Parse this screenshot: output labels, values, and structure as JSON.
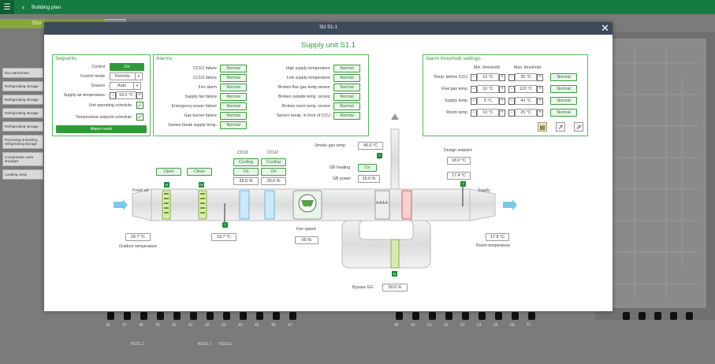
{
  "topbar": {
    "title": "Building plan",
    "menu_icon": "☰",
    "back_icon": "‹"
  },
  "background": {
    "tab": "Stor",
    "list": [
      "Dry warehouse",
      "Refrigerating storage",
      "Refrigerating storage",
      "Refrigerating storage",
      "Refrigerating storage",
      "Receiving-unloading refrigerating storage",
      "Compressor units storages",
      "Loading ramp"
    ],
    "numbers": [
      "36",
      "37",
      "38",
      "39",
      "40",
      "41",
      "42",
      "43",
      "44",
      "45",
      "46",
      "47",
      "49",
      "50",
      "51",
      "52",
      "53",
      "54",
      "55",
      "56",
      "57"
    ],
    "rss": [
      "RSS1.1",
      "RSS2.1",
      "RSS3.1"
    ]
  },
  "modal": {
    "header": "SU S1-1",
    "close_icon": "✕",
    "title": "Supply unit S1.1"
  },
  "setpoints": {
    "title": "Setpoints",
    "control_label": "Control",
    "control_value": "On",
    "mode_label": "Control mode",
    "mode_value": "Remote",
    "season_label": "Season",
    "season_value": "Auto",
    "temp_label": "Supply air temperature",
    "temp_value": "18.0 °C",
    "schedule_label": "Unit operating schedule",
    "temp_schedule_label": "Temperature setpoint schedule",
    "reset_label": "Alarm reset"
  },
  "alarms": {
    "title": "Alarms",
    "left": [
      {
        "label": "CCU1 failure",
        "value": "Normal"
      },
      {
        "label": "CCU2 failure",
        "value": "Normal"
      },
      {
        "label": "Fire alarm",
        "value": "Normal"
      },
      {
        "label": "Supply fan failure",
        "value": "Normal"
      },
      {
        "label": "Emergency power failure",
        "value": "Normal"
      },
      {
        "label": "Gas burner failure",
        "value": "Normal"
      },
      {
        "label": "Sensor break supply temp.",
        "value": "Normal"
      }
    ],
    "right": [
      {
        "label": "High supply temperature",
        "value": "Normal"
      },
      {
        "label": "Low supply temperature",
        "value": "Normal"
      },
      {
        "label": "Broken flue gas temp sensor",
        "value": "Normal"
      },
      {
        "label": "Broken outside temp. sensor",
        "value": "Normal"
      },
      {
        "label": "Broken room temp. sensor",
        "value": "Normal"
      },
      {
        "label": "Sensor break. in front of CCU",
        "value": "Normal"
      }
    ]
  },
  "thresholds": {
    "title": "Alarm threshold settings",
    "min_header": "Min. threshold",
    "max_header": "Max. threshold",
    "rows": [
      {
        "label": "Temp. before CCU",
        "min": "10 °C",
        "max": "35 °C",
        "status": "Normal"
      },
      {
        "label": "Flue gas temp",
        "min": "10 °C",
        "max": "120 °C",
        "status": "Normal"
      },
      {
        "label": "Supply temp",
        "min": "5 °C",
        "max": "40 °C",
        "status": "Normal"
      },
      {
        "label": "Room temp",
        "min": "10 °C",
        "max": "25 °C",
        "status": "Normal"
      }
    ]
  },
  "diagram": {
    "ccu1_label": "CCU1",
    "ccu2_label": "CCU2",
    "ccu1_mode": "Cooling",
    "ccu2_mode": "Cooling",
    "ccu1_state": "On",
    "ccu2_state": "On",
    "ccu1_pct": "25.0 %",
    "ccu2_pct": "20.0 %",
    "open_label": "Open",
    "clean_label": "Clean",
    "fresh_air_label": "Fresh air",
    "supply_label": "Supply",
    "outdoor_temp": "20.7 °C",
    "outdoor_label": "Outdoor temperature",
    "after_filter_temp": "19.7 °C",
    "fan_speed_label": "Fan speed",
    "fan_speed": "65 %",
    "smoke_label": "Smoke gas temp.",
    "smoke_temp": "40.0 °C",
    "gb_heating_label": "GB heating",
    "gb_heating": "On",
    "gb_power_label": "GB power",
    "gb_power": "15.0 %",
    "design_label": "Design setpoint",
    "design_value": "18.0 °C",
    "supply_temp": "17.4 °C",
    "room_temp": "17.9 °C",
    "room_label": "Room temperature",
    "bypass_label": "Bypass GG",
    "bypass_value": "50.0 %",
    "heater_label": "AAAA"
  }
}
